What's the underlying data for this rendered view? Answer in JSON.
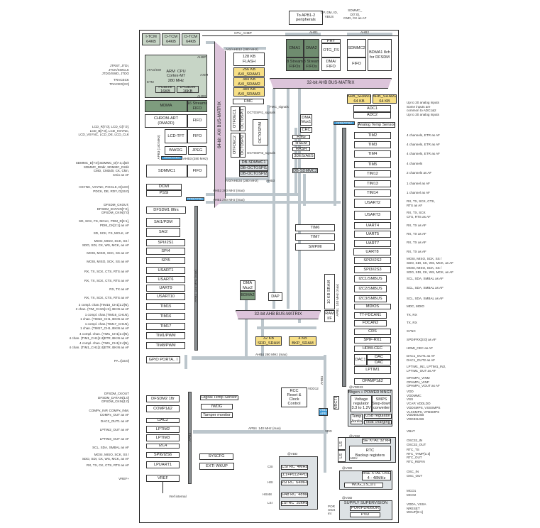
{
  "colors": {
    "cpu": "#c7d5c6",
    "dma": "#6f8c6f",
    "mdma": "#7e9c7e",
    "sram": "#f7df86",
    "bridge": "#3d9ad6",
    "matrix": "#dcc4da",
    "bus": "#bcc6cc",
    "apb_bar": "#868b8e",
    "domain_box": "#dde2e5"
  },
  "blocks": {
    "itcm": "I-TCM\n64KB",
    "dtcm1": "D-TCM\n64KB",
    "dtcm2": "D-TCM\n64KB",
    "cpu": "ARM  CPU\nCortex-M7\n280 MHz",
    "icache": "I-Cache\n16KB",
    "dcache": "D-Cache\n16KB",
    "mdma": "MDMA",
    "mdmafifo": "16 Streams\nFIFO",
    "dma2d": "CHROM-ART\n(DMA2D)",
    "dma2dfifo": "FIFO",
    "lcd": "LCD-TFT",
    "lcdfifo": "FIFO",
    "wwdg": "WWDG",
    "jpeg": "JPEG",
    "apb3br": "AHB/APB3",
    "sdmmc1": "SDMMC1",
    "sdmmc1fifo": "FIFO",
    "dcmi": "DCMI",
    "pssi": "PSSI",
    "apb1br": "AHB/APB1",
    "axim": "64-bit  AXI BUS-MATRIX",
    "flash": "128 KB\nFLASH",
    "axisram1": "256 KB\nAXI_SRAM1",
    "axisram2": "384 KB\nAXI_SRAM2",
    "axisram3": "384 KB\nAXI_SRAM3",
    "fmc": "FMC",
    "otfdec1": "OTFDEC1",
    "octospi1": "OCTOSPI1",
    "otfdec2": "OTFDEC2",
    "octospi2": "OCTOSPI2",
    "octospim": "OCTOSPIM",
    "dbsdmmc1": "DB-SDMMC1",
    "dboct1": "DB-OCTOSPI1",
    "dboct2": "DB-OCTOSPI2",
    "apbperiph": "To APB1-2\nperipherals",
    "dma1": "DMA1",
    "dma1f": "8 Stream\nFIFOs",
    "dma2": "DMA2",
    "dma2f": "8 Stream\nFIFOs",
    "phy": "PHY",
    "otg": "OTG_FS",
    "otgf": "DMA/\nFIFO",
    "sdmmc2": "SDMMC2",
    "sdmmc2f": "FIFO",
    "bdma1": "BDMA1 8ch\nfor DFSDM",
    "ahbm1": "32-bit AHB BUS-MATRIX",
    "ahbsram1": "AHB_SRAM1\n64 KB",
    "ahbsram2": "AHB_SRAM2\n64 KB",
    "adc1": "ADC1",
    "adc2": "ADC2",
    "ats": "Analog Temp Sensor",
    "apb2br": "AHB/APB2",
    "dmamux1": "DMA\nMux1",
    "crc": "CRC",
    "rng": "RNG",
    "hsem": "HSEM",
    "hash": "HASH",
    "aes": "3DES/AES",
    "dbsdmmc2": "DB-SDMMC2",
    "tim2": "TIM2",
    "tim3": "TIM3",
    "tim4": "TIM4",
    "tim5": "TIM5",
    "tim12": "TIM12",
    "tim13": "TIM13",
    "tim14": "TIM14",
    "usart2": "USART2",
    "usart3": "USART3",
    "uart4": "UART4",
    "uart5": "UART5",
    "uart7": "UART7",
    "uart8": "UART8",
    "spi2": "SPI2/I2S2",
    "spi3": "SPI3/I2S3",
    "i2c1": "I2C1/SMBUS",
    "i2c2": "I2C2/SMBUS",
    "i2c3": "I2C3/SMBUS",
    "mdios": "MDIOS",
    "fdcan1": "TT-FDCAN1",
    "fdcan2": "FDCAN2",
    "crs": "CRS",
    "spdif": "SPIF-RX1",
    "hdmi": "HDMI-CEC",
    "dac1": "DAC1",
    "dac1a": "DAC",
    "dac1b": "DAC",
    "lptim1": "LPTIM1",
    "opamp": "OPAMP1&2",
    "tim6": "TIM6",
    "tim7": "TIM7",
    "swpmi": "SWPMI",
    "sram10": "10 KB SRAM",
    "ramif": "RAM\nI/F",
    "dfsdm1": "DFSDM1 8ftrs",
    "sai1": "SAI1/PDM",
    "sai2": "SAI2",
    "spi1": "SPI/I2S1",
    "spi4": "SPI4",
    "spi5": "SPI5",
    "usart1": "USART1",
    "usart6": "USART6",
    "uart9": "UART9",
    "usart10": "USART10",
    "tim15": "TIM15",
    "tim16": "TIM16",
    "tim17": "TIM17",
    "tim1": "TIM1/PWM",
    "tim8": "TIM8/PWM",
    "gpio": "GPIO PORTA.. I",
    "dmamux2": "DMA\nMux2",
    "bdma2": "BDMA2",
    "dap": "DAP",
    "ahbm2": "32-bit AHB BUS-MATRIX",
    "srdsram": "32 KB\nSRD_SRAM",
    "bkpsram": "4 KB\nBKP_SRAM",
    "dfsdm2": "DFSDM2 1ftr",
    "comp": "COMP1&2",
    "dac2": "DAC2",
    "lptim2": "LPTIM2",
    "lptim3": "LPTIM3",
    "i2c4": "I2C4",
    "spi6": "SPI6/I2S6",
    "lpuart1": "LPUART1",
    "vref": "VREF",
    "dts": "Digital Temp Sensor",
    "iwdg": "IWDG",
    "tamper": "Tamper monitor",
    "syscfg": "SYSCFG",
    "exti": "EXTI WKUP",
    "rcc": "RCC\nReset &\nClock\nControl",
    "apb4br": "AHB4/\nAPB",
    "pwrctrl": "PWRCTRL",
    "pwrbox": "Bbgen + POWER MNGT",
    "vreg": "Voltage\nregulator\n3.3 to 1.2V",
    "smps": "SMPS\nStep-down\nconverter",
    "tempmon": "Temp\nMonitor",
    "usbreg": "USB regulator",
    "vbatchg": "Vbat charging",
    "vswbox": "",
    "ls1": "LS",
    "ls2": "LS",
    "lse": "LSE XTAL 32 kHz",
    "rtc": "RTC\nBackup registers",
    "clkbox": "",
    "csi": "CSI RC  4MHz",
    "pll": "PLL1+PLL2+PLL3",
    "hsi": "HSI RC  64MHz",
    "hsi48": "HSI48 RC  48MHz",
    "lsi": "LSI RC  32kHz",
    "hsebox": "",
    "hse": "HSE XTAL OSC\n4 - 48MHz",
    "wdgls": "WDG_LS_D1",
    "supbox": "SUPPLY SUPERVISION",
    "por": "POR/PDR/BOR",
    "pvd": "PVD"
  },
  "pins_left": {
    "jtag": "JTRST, JTDI,\nJTCK/SWCLK\nJTDO/SWD, JTDO",
    "trace": "TRACECK\nTRACED[3:0]",
    "lcd": "LCD_R[7:0], LCD_G[7:0],\nLCD_B[7:0], LCD_HSYNC,\nLCD_VSYNC, LCD_DE, LCD_CLK",
    "sdmmc1": "SDMMC_D[7:0],SDMMC_D[7:3,1]Dir\nSDMMC_D0dir, SDMMC_D2dir\nCMD, CMDdir, CK, Ckin,\nCKio as AF",
    "dcmi": "HSYNC, VSYNC, PIXCLK, D[13:0]\nPDCK, DE, RDY, D[15:0]",
    "dfsdm1": "DFSDM_CKOUT,\nDFSDM_DATAIN[7:0],\nDFSDM_CKIN[7:0]",
    "sai1": "SD, SCK, FS, MCLK, PDM_D[3:1],\nPDM_CK[2:1] as AF",
    "sai2": "SD, SCK, FS, MCLK, AF",
    "spi1": "MOSI, MISO, SCK, SS /\nSDO, SDI, CK, WS, MCK, as AF",
    "spi4": "MOSI, MISO, SCK, SS as AF",
    "spi5": "MOSI, MISO, SCK, SS as AF",
    "usart1": "RX, TX, SCK, CTS, RTS as AF",
    "usart6": "RX, TX, SCK, CTS, RTS as AF",
    "uart9": "RX, TX as AF",
    "usart10": "RX, TX, SCK, CTS, RTS as AF",
    "tim15": "2 compl. chan.(TIM15_CH1[1:2]N),\n2 chan. (TIM_CH15[1:2], BKIN as AF",
    "tim16": "1 compl. chan.(TIM16_CH1N),\n1 chan. (TIM16_CH1, BKIN as AF",
    "tim17": "1 compl. chan.(TIM17_CH1N),\n1 chan. (TIM17_CH1, BKIN as AF",
    "tim1": "4 compl. chan. (TIM1_CH1[1:4]N),\n4 chan. (TIM1_CH1[1:4]ETR, BKIN as AF",
    "tim8": "4 compl. chan. (TIM1_CH1[1:4]N),\n4 chan. (TIM1_CH1[1:4]ETR, BKIN as AF",
    "gpio": "PA..I[15:0]",
    "dfsdm2": "DFSDM_CKOUT\nDFSDM_DATAIN[1:0]\nDFSDM_CKIN[1:0]",
    "comp": "COMPx_INP, COMPx_INM,\nCOMPx_OUT as AF",
    "dac2": "DAC2_OUT1 as AF",
    "lptim2": "LPTIM2_OUT as AF",
    "lptim3": "LPTIM3_OUT as AF",
    "i2c4": "SCL, SDA, SMBAL as AF",
    "spi6": "MOSI, MISO, SCK, SS /\nSDO, SDI, CK, WS, MCK, as AF",
    "lpuart1": "RX, TX, CK, CTS, RTS as AF",
    "vref": "VREF+"
  },
  "pins_right": {
    "adc": "Up to 20 analog inputs\nSome inputs are\ncommon to ADC1&2\nUp to 20 analog inputs",
    "tim2": "4 channels, ETR as AF",
    "tim3": "4 channels, ETR as AF",
    "tim4": "4 channels, ETR as AF",
    "tim5": "4 channels",
    "tim12": "2 channels as AF",
    "tim13": "1 channel as AF",
    "tim14": "1 channel as AF",
    "usart2": "RX, TX, SCK, CTS,\nRTS as AF",
    "usart3": "RX, TX, SCK\nCTS, RTS as AF",
    "uart4": "RX, TX as AF",
    "uart5": "RX, TX as AF",
    "uart7": "RX, TX as AF",
    "uart8": "RX, TX as AF",
    "spi2": "MOSI, MISO, SCK, SS /\nSDO, SDI, CK, WS, MCK, as AF",
    "spi3": "MOSI, MISO, SCK, SS /\nSDO, SDI, CK, WS, MCK, as AF",
    "i2c1": "SCL, SDA, SMBAL as AF",
    "i2c2": "SCL, SDA, SMBAL as AF",
    "i2c3": "SCL, SDA, SMBAL as AF",
    "mdios": "MDC, MDIO",
    "fdcan1": "TX, RX",
    "fdcan2": "TX, RX",
    "crs": "SYNC",
    "spdif": "SPDIFRX[3:0] as AF",
    "hdmi": "HDMI_CEC as AF",
    "dac1": "DAC1_OUT1 as AF\nDAC1_OUT2 as AF",
    "lptim1": "LPTIM1_IN1, LPTIM1_IN2,\nLPTIM1_OUT as AF",
    "opamp": "OPAMPx_VINM\nOPAMPx_VINP\nOPAMPx_VOUT as AF",
    "power": "VDD\nVDDMMC\nVSS\nVCAP, VDDLDO\nVDDSMPS, VSSSMPS\nVLXSMPS, VFBSMPS",
    "usb": "VDD50USB\nVDD33USB",
    "vbat": "VBAT",
    "osc32": "OSC32_IN\nOSC32_OUT",
    "rtc": "RTC_TS\nRTC_TAMP[1:3]\nRTC_OUT\nRTC_REFIN",
    "osc": "OSC_IN\nOSC_OUT",
    "mco": "MCO1\nMCO2",
    "supply": "VDDA, VSSA\nNRESET\nWKUP[6:1]"
  },
  "pins_top": {
    "usb": "DP, DM, ID,\nVBUS",
    "sdmmc2": "SDMMC_\nD[7:0],\nCMD, CK as AF"
  },
  "labels": {
    "cpu_ahbp": "CPU_AHBP",
    "ahb1": "AHB1",
    "ahb2": "AHB2",
    "axiahb12": "AXI/AHB12 (280 MHz)",
    "ahbp": "AHBP",
    "axim": "AXIM",
    "ahbs": "AHBS",
    "jtagsw": "JTAG/SW",
    "etm": "ETM",
    "fmcsig": "FMC_signals",
    "oct1sig": "OCTOSPI1_signals",
    "oct2sig": "OCTOSPI2_signals",
    "axiahb34": "AXI/AHB34 (280 MHz)",
    "ahb3": "AHB3",
    "ahb3b": "AHB3 (280 MHz)",
    "apb3": "APB3 (140 MHz)",
    "ahb2bus": "AHB2 280 MHz (max)",
    "ahb1bus": "AHB1 280 MHz (max)",
    "apb2": "APB2  140 MHz (max)",
    "apb1": "APB1  140 MHz (max)",
    "ahb4bus": "AHB4 280 MHz (max)",
    "apb4bus": "APB4  140 MHz (max)",
    "ahb4v": "AHB4",
    "apb4v": "APB4",
    "vdd12": "VDD12",
    "vdd33": "@VDD33",
    "vdd": "VDD",
    "vsw": "@VSW",
    "atvdd1": "@VDD",
    "atvdd2": "@VDD",
    "atvdd3": "@VDD",
    "csi": "CSI",
    "hsi": "HSI",
    "hsi48": "HSI48",
    "lsi": "LSI",
    "por": "POR\nreset\nint",
    "vrefint": "Vref internal",
    "awu": "AWU"
  }
}
